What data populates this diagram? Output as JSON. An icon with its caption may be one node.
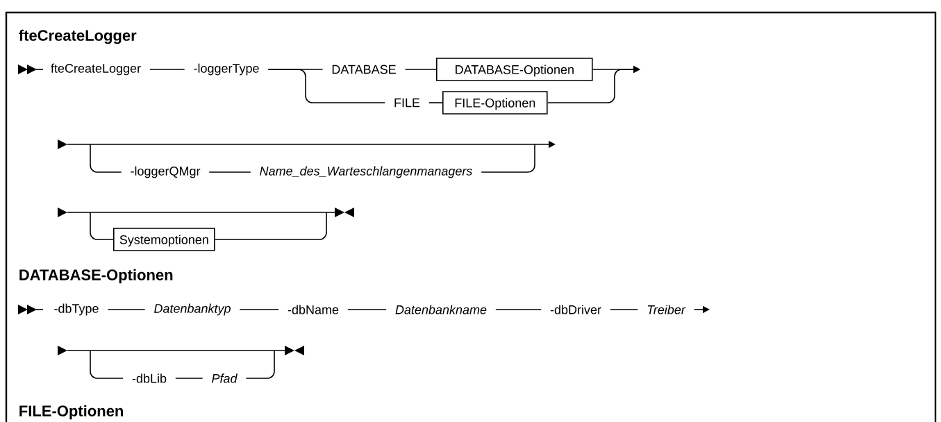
{
  "diagram": {
    "nodes": [
      {
        "text": [
          "fteCreateLogger"
        ]
      },
      {
        "text": [
          "-loggerType"
        ]
      },
      {
        "text": [
          "DATABASE"
        ]
      },
      {
        "text": [
          "DATABASE-Optionen"
        ]
      },
      {
        "text": [
          "FILE"
        ]
      },
      {
        "text": [
          "FILE-Optionen"
        ]
      },
      {
        "text": [
          "-loggerQMgr"
        ]
      },
      {
        "text": [
          "Name_des_Warteschlangenmanagers"
        ]
      },
      {
        "text": [
          "Systemoptionen"
        ]
      },
      {
        "text": [
          "-dbType"
        ]
      },
      {
        "text": [
          "Datenbanktyp"
        ]
      },
      {
        "text": [
          "-dbName"
        ]
      },
      {
        "text": [
          "Datenbankname"
        ]
      },
      {
        "text": [
          "-dbDriver"
        ]
      },
      {
        "text": [
          "Treiber"
        ]
      },
      {
        "text": [
          "-dbLib"
        ]
      },
      {
        "text": [
          "Pfad"
        ]
      }
    ],
    "edges": [
      {
        "from": 0,
        "to": 1,
        "arrow": "none"
      },
      {
        "from": 1,
        "to": 2,
        "arrow": "none"
      },
      {
        "from": 1,
        "to": 4,
        "arrow": "none"
      },
      {
        "from": 2,
        "to": 3,
        "arrow": "none"
      },
      {
        "from": 4,
        "to": 5,
        "arrow": "none"
      },
      {
        "from": 3,
        "to": null,
        "arrow": "to"
      },
      {
        "from": 5,
        "to": null,
        "arrow": "to"
      },
      {
        "from": null,
        "to": 6,
        "arrow": "none"
      },
      {
        "from": 6,
        "to": 7,
        "arrow": "none"
      },
      {
        "from": 7,
        "to": null,
        "arrow": "none"
      },
      {
        "from": null,
        "to": 8,
        "arrow": "none"
      },
      {
        "from": 8,
        "to": null,
        "arrow": "none"
      },
      {
        "from": 9,
        "to": 10,
        "arrow": "none"
      },
      {
        "from": 10,
        "to": 11,
        "arrow": "none"
      },
      {
        "from": 11,
        "to": 12,
        "arrow": "none"
      },
      {
        "from": 12,
        "to": 13,
        "arrow": "none"
      },
      {
        "from": 13,
        "to": 14,
        "arrow": "none"
      },
      {
        "from": 14,
        "to": null,
        "arrow": "to"
      },
      {
        "from": null,
        "to": 15,
        "arrow": "none"
      },
      {
        "from": 15,
        "to": 16,
        "arrow": "none"
      },
      {
        "from": 16,
        "to": null,
        "arrow": "none"
      }
    ],
    "labels": [
      "fteCreateLogger",
      "DATABASE-Optionen",
      "FILE-Optionen"
    ]
  }
}
